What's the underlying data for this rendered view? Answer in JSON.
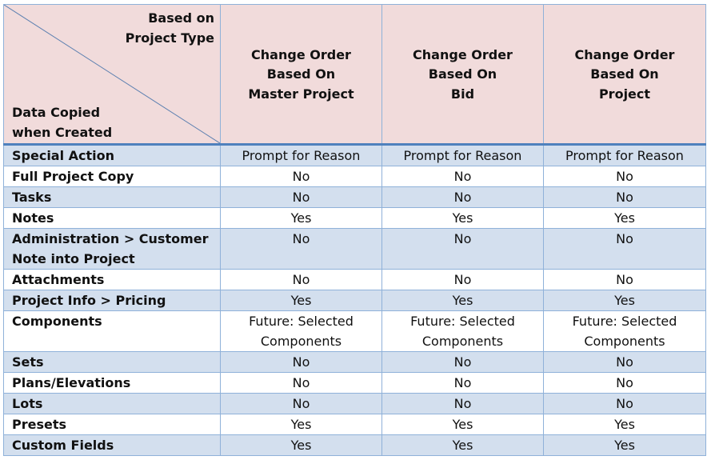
{
  "corner": {
    "top_line1": "Based on",
    "top_line2": "Project Type",
    "bottom_line1": "Data Copied",
    "bottom_line2": "when Created"
  },
  "columns": [
    {
      "line1": "Change Order",
      "line2": "Based On",
      "line3": "Master Project"
    },
    {
      "line1": "Change Order",
      "line2": "Based On",
      "line3": "Bid"
    },
    {
      "line1": "Change Order",
      "line2": "Based On",
      "line3": "Project"
    }
  ],
  "rows": [
    {
      "label": "Special Action",
      "values": [
        "Prompt for Reason",
        "Prompt for Reason",
        "Prompt for Reason"
      ]
    },
    {
      "label": "Full Project Copy",
      "values": [
        "No",
        "No",
        "No"
      ]
    },
    {
      "label": "Tasks",
      "values": [
        "No",
        "No",
        "No"
      ]
    },
    {
      "label": "Notes",
      "values": [
        "Yes",
        "Yes",
        "Yes"
      ]
    },
    {
      "label_line1": "Administration > Customer",
      "label_line2": "Note into Project",
      "values": [
        "No",
        "No",
        "No"
      ]
    },
    {
      "label": "Attachments",
      "values": [
        "No",
        "No",
        "No"
      ]
    },
    {
      "label": "Project Info > Pricing",
      "values": [
        "Yes",
        "Yes",
        "Yes"
      ]
    },
    {
      "label": "Components",
      "values_line1": [
        "Future: Selected",
        "Future: Selected",
        "Future: Selected"
      ],
      "values_line2": [
        "Components",
        "Components",
        "Components"
      ]
    },
    {
      "label": "Sets",
      "values": [
        "No",
        "No",
        "No"
      ]
    },
    {
      "label": "Plans/Elevations",
      "values": [
        "No",
        "No",
        "No"
      ]
    },
    {
      "label": "Lots",
      "values": [
        "No",
        "No",
        "No"
      ]
    },
    {
      "label": "Presets",
      "values": [
        "Yes",
        "Yes",
        "Yes"
      ]
    },
    {
      "label": "Custom Fields",
      "values": [
        "Yes",
        "Yes",
        "Yes"
      ]
    }
  ]
}
